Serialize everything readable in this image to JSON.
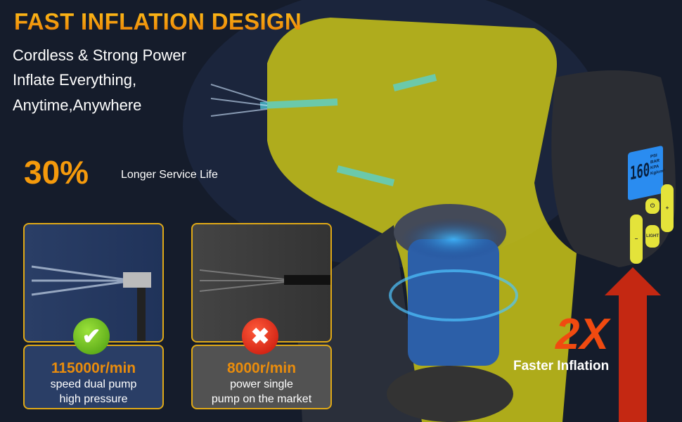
{
  "headline": "FAST INFLATION DESIGN",
  "subtitle_lines": [
    "Cordless & Strong Power",
    "Inflate Everything,",
    "Anytime,Anywhere"
  ],
  "service": {
    "value": "30%",
    "label": "Longer Service Life"
  },
  "comparison": [
    {
      "speed": "115000r/min",
      "line1": "speed dual pump",
      "line2": "high pressure",
      "mark": "check-icon"
    },
    {
      "speed": "8000r/min",
      "line1": "power single",
      "line2": "pump on the market",
      "mark": "cross-icon"
    }
  ],
  "inflation": {
    "multiplier": "2X",
    "label": "Faster Inflation"
  },
  "device": {
    "display_value": "160",
    "units": [
      "PSI",
      "BAR",
      "KPA",
      "Kg/cm²"
    ],
    "buttons": {
      "power": "⏻",
      "light": "LIGHT",
      "plus": "+",
      "minus": "−"
    }
  },
  "colors": {
    "accent": "#f59a0c",
    "body": "#e4e33a",
    "good": "#5fb81a",
    "bad": "#d8200f",
    "lcd": "#2a8cf0"
  }
}
